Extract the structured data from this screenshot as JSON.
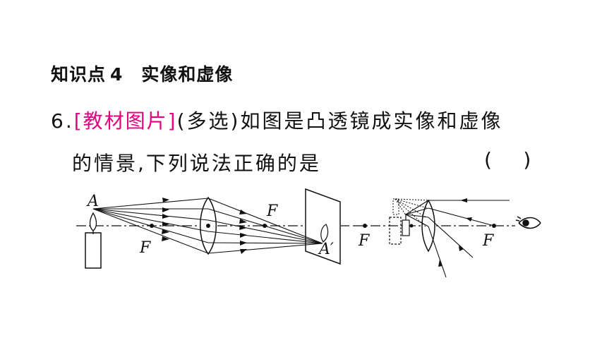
{
  "section": {
    "label": "知识点",
    "number": "4",
    "title": "实像和虚像"
  },
  "question": {
    "number": "6.",
    "tag": "[教材图片]",
    "note": "(多选)",
    "line1_rest": "如图是凸透镜成实像和虚像",
    "line2": "的情景,下列说法正确的是",
    "answer_paren": "(     )"
  },
  "figure": {
    "object_label": "A",
    "image_label": "A′",
    "focus_label": "F"
  }
}
